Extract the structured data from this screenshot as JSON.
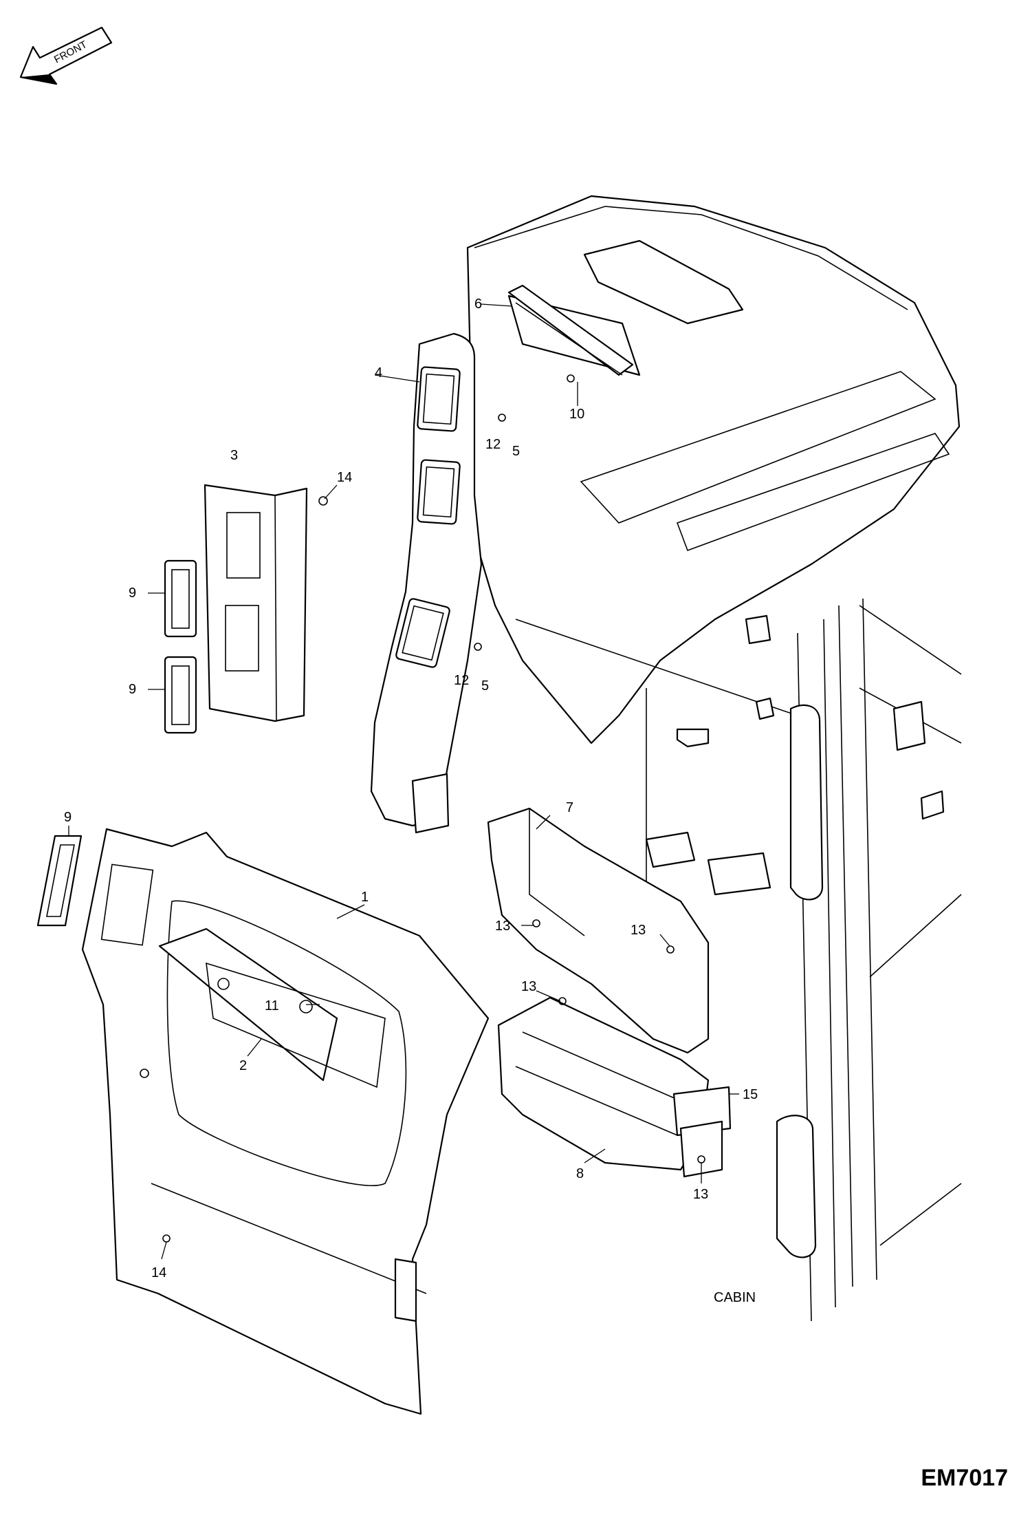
{
  "direction": {
    "label": "FRONT"
  },
  "callouts": [
    {
      "id": "c-1",
      "text": "1"
    },
    {
      "id": "c-2",
      "text": "2"
    },
    {
      "id": "c-3",
      "text": "3"
    },
    {
      "id": "c-4",
      "text": "4"
    },
    {
      "id": "c-5a",
      "text": "5"
    },
    {
      "id": "c-5b",
      "text": "5"
    },
    {
      "id": "c-6",
      "text": "6"
    },
    {
      "id": "c-7",
      "text": "7"
    },
    {
      "id": "c-8",
      "text": "8"
    },
    {
      "id": "c-9a",
      "text": "9"
    },
    {
      "id": "c-9b",
      "text": "9"
    },
    {
      "id": "c-9c",
      "text": "9"
    },
    {
      "id": "c-10",
      "text": "10"
    },
    {
      "id": "c-11",
      "text": "11"
    },
    {
      "id": "c-12a",
      "text": "12"
    },
    {
      "id": "c-12b",
      "text": "12"
    },
    {
      "id": "c-13a",
      "text": "13"
    },
    {
      "id": "c-13b",
      "text": "13"
    },
    {
      "id": "c-13c",
      "text": "13"
    },
    {
      "id": "c-13d",
      "text": "13"
    },
    {
      "id": "c-14a",
      "text": "14"
    },
    {
      "id": "c-14b",
      "text": "14"
    },
    {
      "id": "c-15",
      "text": "15"
    }
  ],
  "cabin_label": "CABIN",
  "drawing_code": "EM7017"
}
